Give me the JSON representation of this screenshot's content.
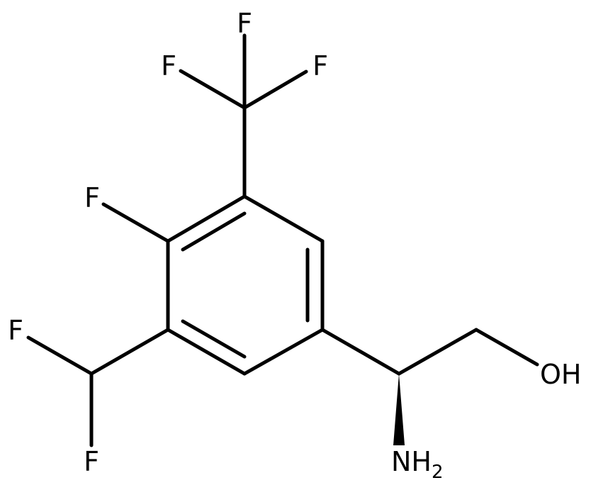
{
  "atoms": {
    "f_top": "F",
    "f_upper_left": "F",
    "f_upper_right": "F",
    "f_ring": "F",
    "f_chf2_left": "F",
    "f_chf2_bottom": "F",
    "oh": "OH",
    "nh2_main": "NH",
    "nh2_sub": "2"
  }
}
